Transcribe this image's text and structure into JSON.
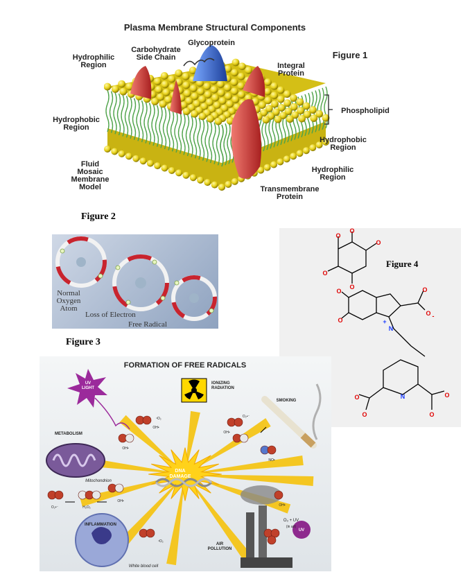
{
  "figure1": {
    "title": "Plasma Membrane Structural Components",
    "figure_label": "Figure 1",
    "labels": {
      "glycoprotein": "Glycoprotein",
      "carbohydrate": "Carbohydrate\nSide Chain",
      "hydrophilic_top": "Hydrophilic\nRegion",
      "integral_protein": "Integral\nProtein",
      "phospholipid": "Phospholipid",
      "hydrophobic_left": "Hydrophobic\nRegion",
      "hydrophobic_right": "Hydrophobic\nRegion",
      "hydrophilic_right": "Hydrophilic\nRegion",
      "fluid_mosaic": "Fluid\nMosaic\nMembrane\nModel",
      "transmembrane": "Transmembrane\nProtein"
    }
  },
  "figure2": {
    "label": "Figure 2",
    "captions": {
      "normal": "Normal\nOxygen\nAtom",
      "loss": "Loss of Electron",
      "free": "Free Radical"
    }
  },
  "figure3": {
    "label": "Figure 3",
    "title": "FORMATION OF FREE RADICALS",
    "labels": {
      "uv_light": "UV\nLIGHT",
      "ionizing": "IONIZING\nRADIATION",
      "smoking": "SMOKING",
      "metabolism": "METABOLISM",
      "mitochondrion": "Mitochondrion",
      "dna_damage": "DNA\nDAMAGE",
      "inflammation": "INFLAMMATION",
      "white_blood_cell": "White blood cell",
      "air_pollution": "AIR\nPOLLUTION",
      "uv": "UV",
      "o3_uv": "O₃ + UV",
      "in_air": "(in air)",
      "oh": "OH•",
      "singlet_o2": "¹O₂",
      "o2_radical": "O₂•⁻",
      "h2o2": "H₂O₂",
      "no": "NO•"
    }
  },
  "figure4": {
    "label": "Figure 4",
    "atoms": {
      "o": "O",
      "n": "N",
      "plus": "+",
      "minus": "-"
    }
  },
  "colors": {
    "head_yellow": "#e8d21c",
    "protein_red": "#d9473f",
    "glycoprotein_blue": "#3a6fd0",
    "tail_green": "#4fa34a",
    "oxygen_red": "#e00000",
    "nitrogen_blue": "#1a3cff",
    "ray_yellow": "#f5c518",
    "uv_purple": "#8e2a8e"
  }
}
